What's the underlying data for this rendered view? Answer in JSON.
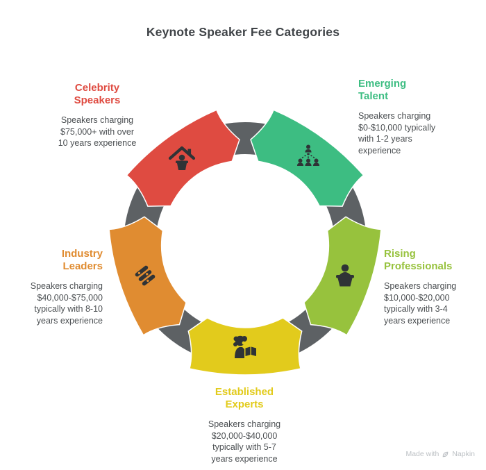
{
  "title": "Keynote Speaker Fee Categories",
  "diagram": {
    "ring_color": "#5d6164",
    "icon_color": "#2f3336",
    "categories": [
      {
        "id": "celebrity-speakers",
        "label": "Celebrity\nSpeakers",
        "description": "Speakers charging\n$75,000+ with over\n10 years experience",
        "color": "#df4b41",
        "icon": "house-speaker-icon"
      },
      {
        "id": "emerging-talent",
        "label": "Emerging\nTalent",
        "description": "Speakers charging\n$0-$10,000 typically\nwith 1-2 years\nexperience",
        "color": "#3dbd82",
        "icon": "people-hierarchy-icon"
      },
      {
        "id": "rising-professionals",
        "label": "Rising\nProfessionals",
        "description": "Speakers charging\n$10,000-$20,000\ntypically with 3-4\nyears experience",
        "color": "#97c23d",
        "icon": "podium-speaker-icon"
      },
      {
        "id": "established-experts",
        "label": "Established\nExperts",
        "description": "Speakers charging\n$20,000-$40,000\ntypically with 5-7\nyears experience",
        "color": "#e2cb1c",
        "icon": "reader-book-icon"
      },
      {
        "id": "industry-leaders",
        "label": "Industry\nLeaders",
        "description": "Speakers charging\n$40,000-$75,000\ntypically with 8-10\nyears experience",
        "color": "#e08c31",
        "icon": "sliders-icon"
      }
    ]
  },
  "watermark": {
    "prefix": "Made with",
    "brand": "Napkin"
  }
}
